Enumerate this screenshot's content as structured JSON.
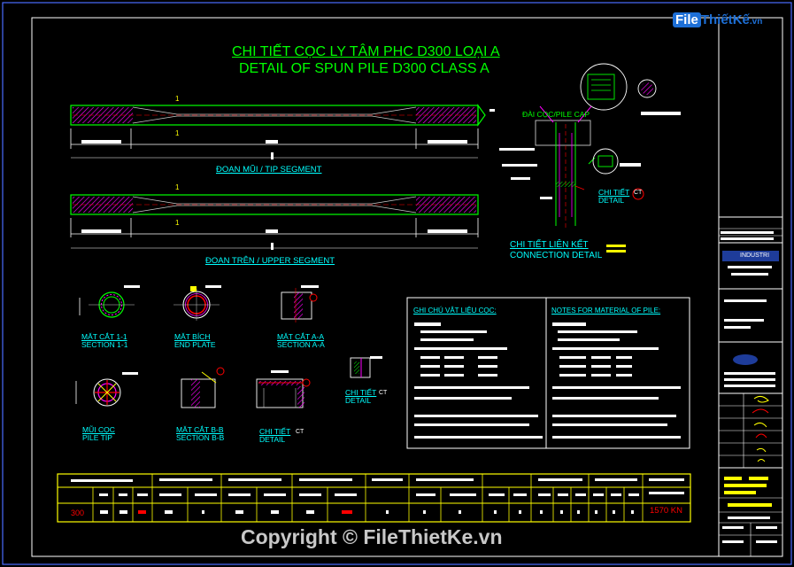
{
  "title": {
    "vn": "CHI TIẾT CỌC LY TÂM PHC D300 LOẠI A",
    "en": "DETAIL OF SPUN PILE  D300 CLASS A"
  },
  "segments": {
    "tip": "ĐOẠN MŨI / TIP SEGMENT",
    "upper": "ĐOẠN TRÊN / UPPER SEGMENT"
  },
  "connection": {
    "pile_cap": "ĐÀI CỌC/PILE CAP",
    "detail_vn": "CHI TIẾT LIÊN KẾT",
    "detail_en": "CONNECTION DETAIL",
    "ct_vn": "CHI TIẾT",
    "ct_en": "DETAIL",
    "ct_badge": "CT"
  },
  "sections": [
    {
      "vn": "MẶT CẮT 1-1",
      "en": "SECTION 1-1"
    },
    {
      "vn": "MẶT BÍCH",
      "en": "END PLATE"
    },
    {
      "vn": "MẶT CẮT A-A",
      "en": "SECTION A-A"
    },
    {
      "vn": "MŨI CỌC",
      "en": "PILE TIP"
    },
    {
      "vn": "MẶT CẮT B-B",
      "en": "SECTION B-B"
    },
    {
      "vn": "CHI TIẾT",
      "en": "DETAIL"
    },
    {
      "vn": "CHI TIẾT",
      "en": "DETAIL"
    }
  ],
  "notes": {
    "left": "GHI CHÚ VẬT LIỆU CỌC:",
    "right": "NOTES FOR MATERIAL OF PILE:"
  },
  "table": {
    "diameter": "300",
    "load": "1570 KN"
  },
  "title_block": {
    "logo": "INDUSTRI"
  },
  "watermark": {
    "logo_file": "File",
    "logo_thiet": "Thiết",
    "logo_ke": "Kế",
    "logo_vn": ".vn",
    "copyright": "Copyright © FileThietKe.vn"
  },
  "colors": {
    "green": "#00ff00",
    "cyan": "#00ffff",
    "magenta": "#ff00ff",
    "red": "#ff0000",
    "yellow": "#ffff00",
    "blue_border": "#4a6cff"
  }
}
